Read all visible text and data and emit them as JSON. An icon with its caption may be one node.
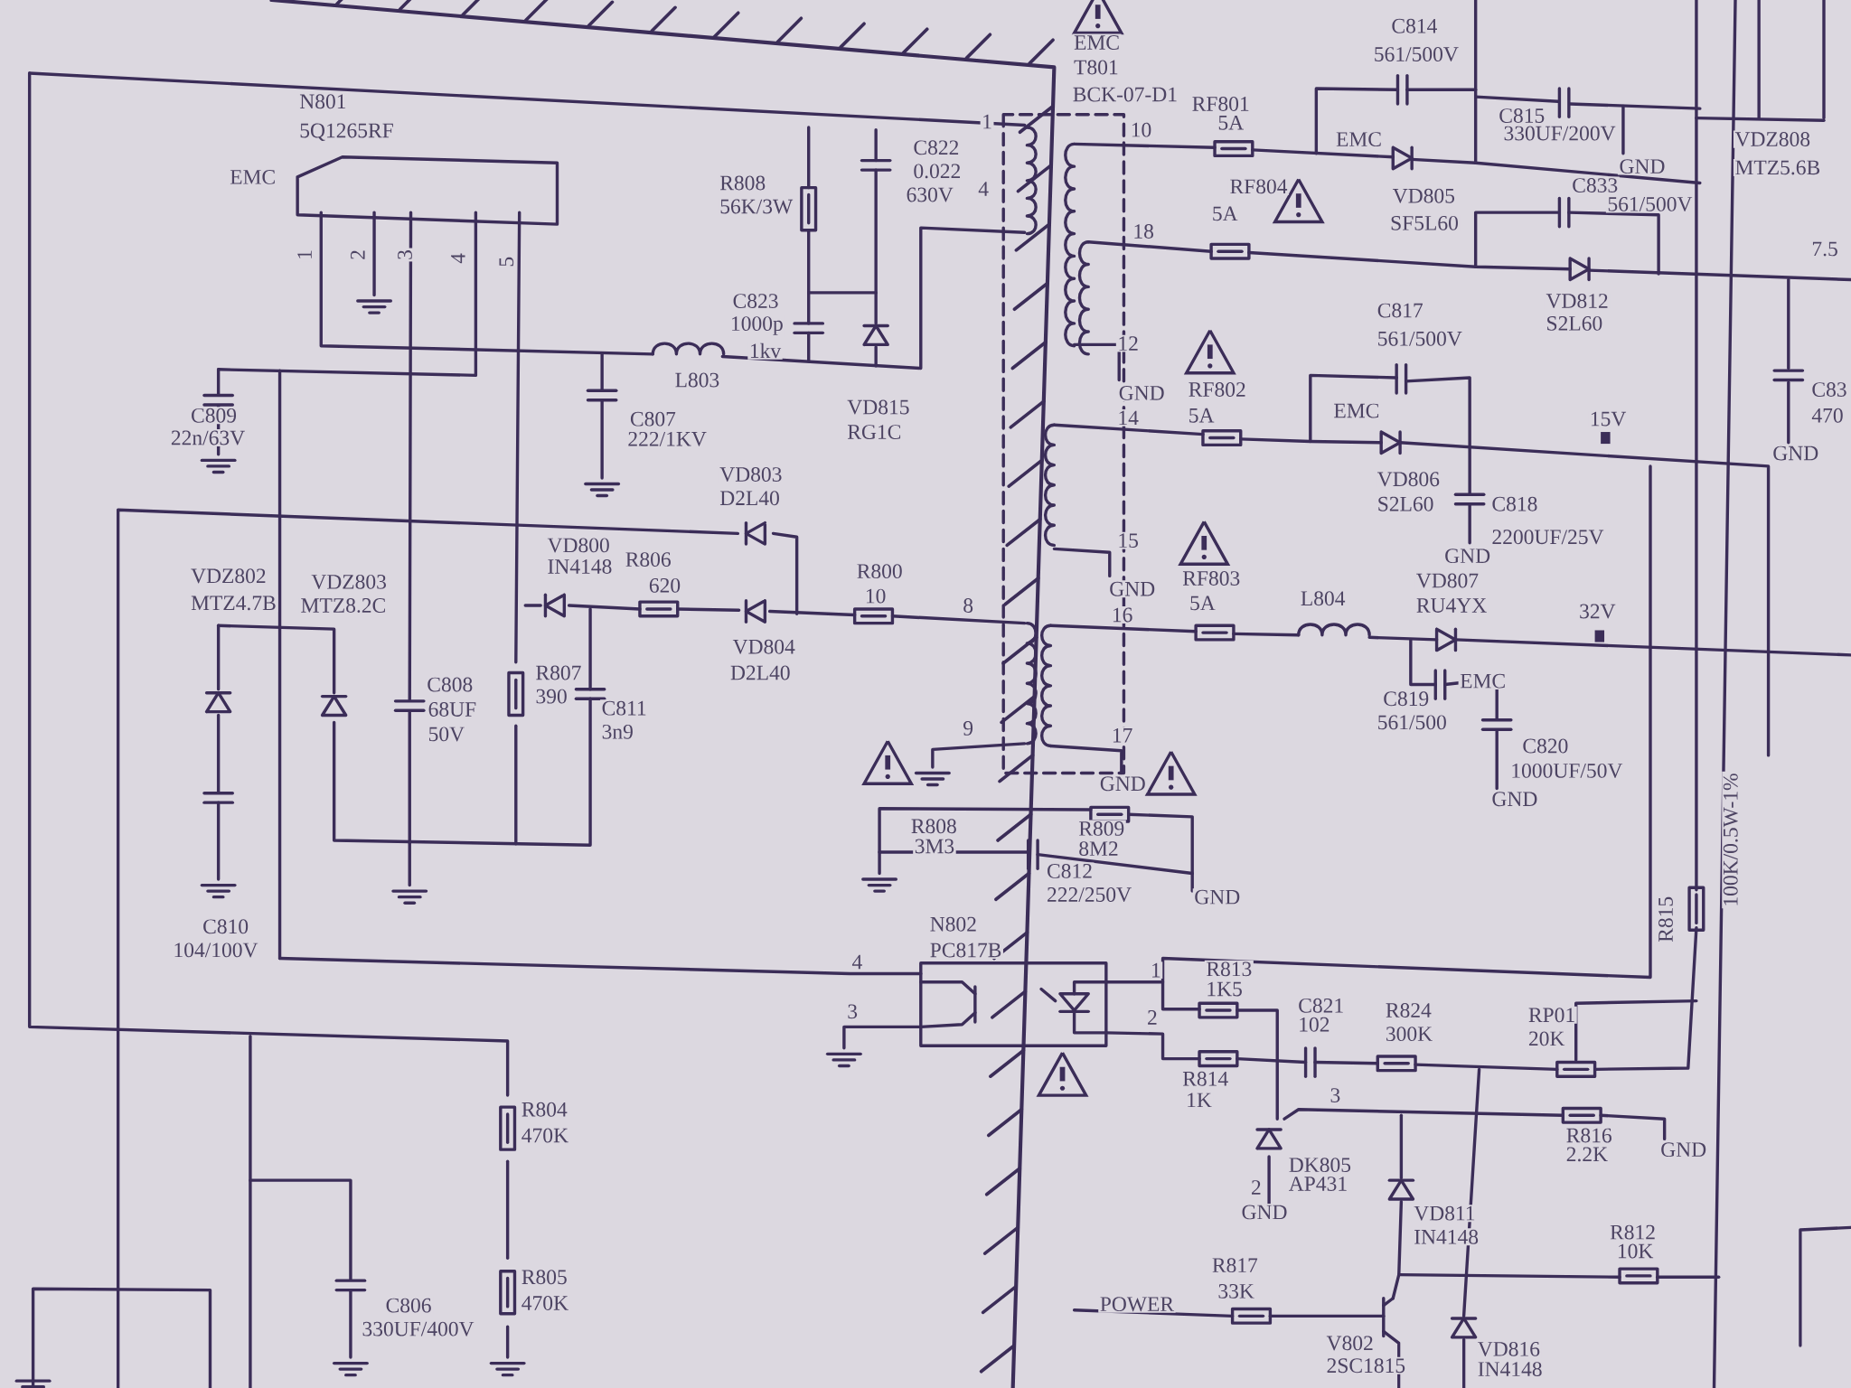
{
  "diagram": {
    "labels": [
      "EMC",
      "T801",
      "BCK-07-D1",
      "RF801",
      "5A",
      "C814",
      "561/500V",
      "C815",
      "330UF/200V",
      "VDZ808",
      "MTZ5.6B",
      "GND",
      "N801",
      "5Q1265RF",
      "EMC",
      "R808",
      "56K/3W",
      "C822",
      "0.022",
      "630V",
      "1",
      "10",
      "EMC",
      "RF804",
      "5A",
      "VD805",
      "SF5L60",
      "C833",
      "561/500V",
      "4",
      "18",
      "7.5",
      "1",
      "2",
      "3",
      "4",
      "5",
      "C823",
      "1000p",
      "1kv",
      "VD812",
      "S2L60",
      "C817",
      "561/500V",
      "12",
      "RF802",
      "GND",
      "C809",
      "22n/63V",
      "L803",
      "C807",
      "222/1KV",
      "VD815",
      "RG1C",
      "5A",
      "EMC",
      "14",
      "15V",
      "C83",
      "470",
      "GND",
      "VD803",
      "D2L40",
      "VD806",
      "S2L60",
      "C818",
      "2200UF/25V",
      "15",
      "GND",
      "VD800",
      "IN4148",
      "R806",
      "620",
      "R800",
      "10",
      "VDZ802",
      "MTZ4.7B",
      "VDZ803",
      "MTZ8.2C",
      "GND",
      "RF803",
      "5A",
      "VD807",
      "RU4YX",
      "L804",
      "32V",
      "8",
      "16",
      "VD804",
      "D2L40",
      "C808",
      "68UF",
      "50V",
      "R807",
      "390",
      "C811",
      "3n9",
      "C819",
      "EMC",
      "561/500",
      "C820",
      "1000UF/50V",
      "9",
      "17",
      "GND",
      "GND",
      "R808",
      "3M3",
      "R809",
      "8M2",
      "C812",
      "222/250V",
      "GND",
      "R815",
      "100K/0.5W-1%",
      "C810",
      "104/100V",
      "N802",
      "PC817B",
      "4",
      "1",
      "R813",
      "1K5",
      "C821",
      "102",
      "R824",
      "300K",
      "RP01",
      "20K",
      "3",
      "2",
      "R814",
      "1K",
      "3",
      "R816",
      "2.2K",
      "GND",
      "R804",
      "470K",
      "DK805",
      "AP431",
      "2",
      "GND",
      "VD811",
      "IN4148",
      "R812",
      "10K",
      "R817",
      "33K",
      "R805",
      "470K",
      "POWER",
      "C806",
      "330UF/400V",
      "V802",
      "2SC1815",
      "VD816",
      "IN4148"
    ]
  }
}
